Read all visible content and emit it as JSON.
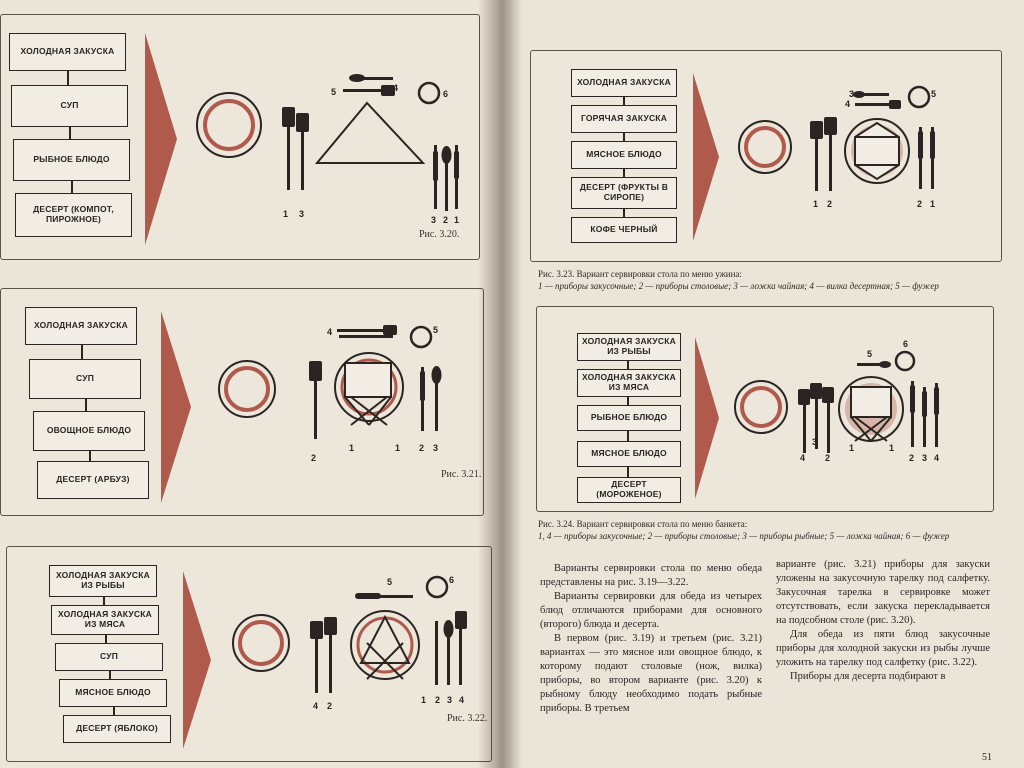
{
  "colors": {
    "accent": "#b05a4c",
    "ink": "#2a2522",
    "paper": "#ece5da"
  },
  "fig_320": {
    "label": "Рис. 3.20.",
    "menu": [
      "Холодная закуска",
      "Суп",
      "Рыбное блюдо",
      "Десерт (компот, пирожное)"
    ],
    "numbers": [
      "1",
      "3",
      "3",
      "2",
      "1",
      "4",
      "5",
      "6"
    ]
  },
  "fig_321": {
    "label": "Рис. 3.21.",
    "menu": [
      "Холодная закуска",
      "Суп",
      "Овощное блюдо",
      "Десерт (арбуз)"
    ],
    "numbers": [
      "2",
      "1",
      "1",
      "2",
      "3",
      "4",
      "5"
    ]
  },
  "fig_322": {
    "label": "Рис. 3.22.",
    "menu": [
      "Холодная закуска из рыбы",
      "Холодная закуска из мяса",
      "Суп",
      "Мясное блюдо",
      "Десерт (яблоко)"
    ],
    "numbers": [
      "4",
      "2",
      "1",
      "2",
      "3",
      "4",
      "5",
      "6"
    ]
  },
  "fig_323": {
    "menu": [
      "Холодная закуска",
      "Горячая закуска",
      "Мясное блюдо",
      "Десерт (фрукты в сиропе)",
      "Кофе черный"
    ],
    "numbers": [
      "1",
      "2",
      "2",
      "1",
      "3",
      "4",
      "5"
    ],
    "caption_title": "Рис. 3.23. Вариант сервировки стола по меню ужина:",
    "caption_body": "1 — приборы закусочные; 2 — приборы столовые; 3 — ложка чайная; 4 — вилка десертная; 5 — фужер"
  },
  "fig_324": {
    "menu": [
      "Холодная закуска из рыбы",
      "Холодная закуска из мяса",
      "Рыбное блюдо",
      "Мясное блюдо",
      "Десерт (мороженое)"
    ],
    "numbers": [
      "4",
      "3",
      "2",
      "1",
      "1",
      "2",
      "3",
      "4",
      "5",
      "6"
    ],
    "caption_title": "Рис. 3.24. Вариант сервировки стола по меню банкета:",
    "caption_body": "1, 4 — приборы закусочные; 2 — приборы столовые; 3 — приборы рыбные; 5 — ложка чайная; 6 — фужер"
  },
  "text": {
    "col1_p1": "Варианты сервировки стола по меню обеда представлены на рис. 3.19—3.22.",
    "col1_p2": "Варианты сервировки для обеда из четырех блюд отличаются приборами для основного (второго) блюда и десерта.",
    "col1_p3": "В первом (рис. 3.19) и третьем (рис. 3.21) вариантах — это мясное или овощное блюдо, к которому подают столовые (нож, вилка) приборы, во втором варианте (рис. 3.20) к рыбному блюду необходимо подать рыбные приборы. В третьем",
    "col2_p1": "варианте (рис. 3.21) приборы для закуски уложены на закусочную тарелку под салфетку. Закусочная тарелка в сервировке может отсутствовать, если закуска перекладывается на подсобном столе (рис. 3.20).",
    "col2_p2": "Для обеда из пяти блюд закусочные приборы для холодной закуски из рыбы лучше уложить на тарелку под салфетку (рис. 3.22).",
    "col2_p3": "Приборы для десерта подбирают в"
  },
  "page_number": "51"
}
